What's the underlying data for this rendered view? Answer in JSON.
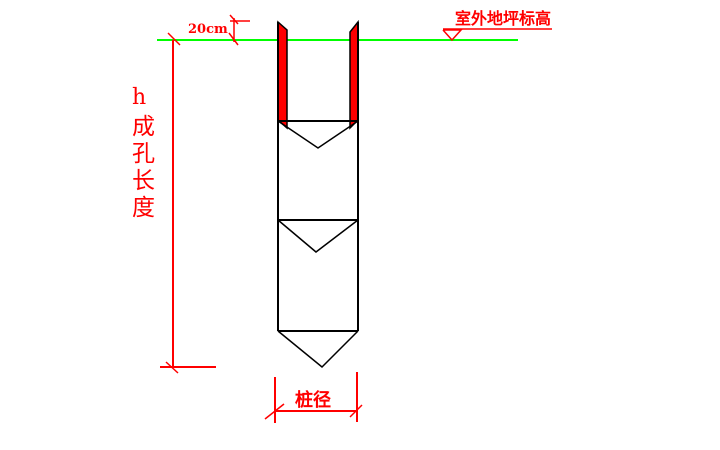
{
  "labels": {
    "ground_level": "室外地坪标高",
    "offset": "20cm",
    "h": "h",
    "hole_length_chars": [
      "成",
      "孔",
      "长",
      "度"
    ],
    "pile_diameter": "桩径"
  },
  "colors": {
    "dimension": "#ff0000",
    "ground_line": "#00ff00",
    "casing": "#ff0000",
    "pile": "#000000"
  }
}
